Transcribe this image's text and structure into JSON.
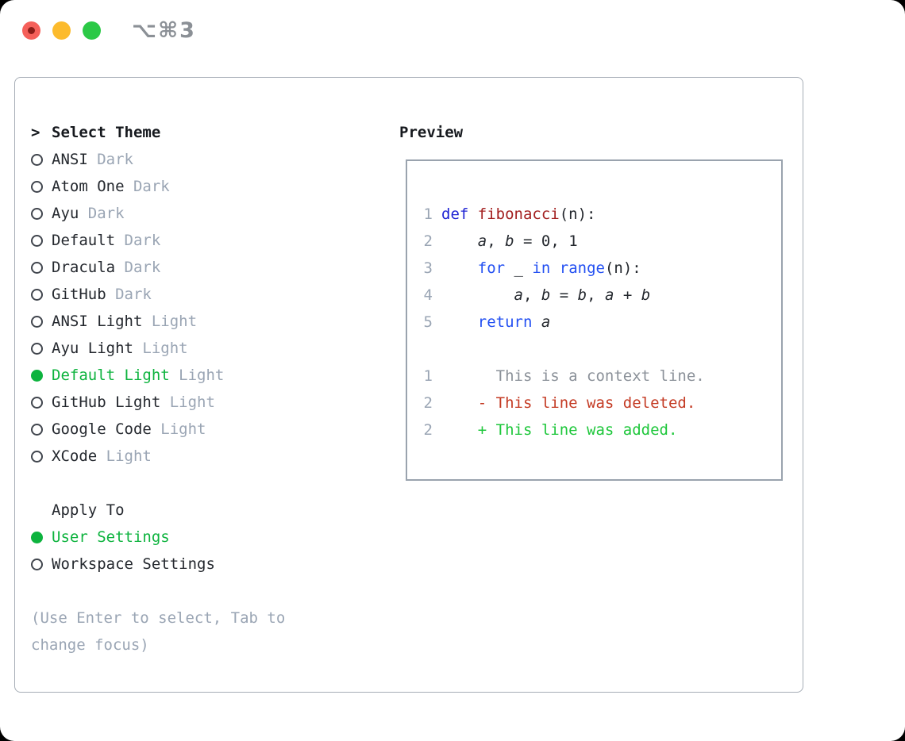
{
  "titlebar": {
    "shortcut": "⌥⌘3"
  },
  "theme_panel": {
    "title_marker": ">",
    "title": "Select Theme",
    "items": [
      {
        "name": "ANSI",
        "variant": "Dark",
        "selected": false
      },
      {
        "name": "Atom One",
        "variant": "Dark",
        "selected": false
      },
      {
        "name": "Ayu",
        "variant": "Dark",
        "selected": false
      },
      {
        "name": "Default",
        "variant": "Dark",
        "selected": false
      },
      {
        "name": "Dracula",
        "variant": "Dark",
        "selected": false
      },
      {
        "name": "GitHub",
        "variant": "Dark",
        "selected": false
      },
      {
        "name": "ANSI Light",
        "variant": "Light",
        "selected": false
      },
      {
        "name": "Ayu Light",
        "variant": "Light",
        "selected": false
      },
      {
        "name": "Default Light",
        "variant": "Light",
        "selected": true
      },
      {
        "name": "GitHub Light",
        "variant": "Light",
        "selected": false
      },
      {
        "name": "Google Code",
        "variant": "Light",
        "selected": false
      },
      {
        "name": "XCode",
        "variant": "Light",
        "selected": false
      }
    ],
    "apply_to": {
      "title": "Apply To",
      "options": [
        {
          "label": "User Settings",
          "selected": true
        },
        {
          "label": "Workspace Settings",
          "selected": false
        }
      ]
    },
    "help_text": "(Use Enter to select, Tab to change focus)"
  },
  "preview": {
    "title": "Preview",
    "lines": [
      {
        "n": "1",
        "tokens": [
          {
            "t": "def",
            "c": "kw1"
          },
          {
            "t": " ",
            "c": "p"
          },
          {
            "t": "fibonacci",
            "c": "fn"
          },
          {
            "t": "(n):",
            "c": "p"
          }
        ]
      },
      {
        "n": "2",
        "tokens": [
          {
            "t": "    ",
            "c": "p"
          },
          {
            "t": "a",
            "c": "v"
          },
          {
            "t": ", ",
            "c": "p"
          },
          {
            "t": "b",
            "c": "v"
          },
          {
            "t": " = 0, 1",
            "c": "p"
          }
        ]
      },
      {
        "n": "3",
        "tokens": [
          {
            "t": "    ",
            "c": "p"
          },
          {
            "t": "for",
            "c": "kw2"
          },
          {
            "t": " _ ",
            "c": "p"
          },
          {
            "t": "in",
            "c": "kw2"
          },
          {
            "t": " ",
            "c": "p"
          },
          {
            "t": "range",
            "c": "kw2"
          },
          {
            "t": "(n):",
            "c": "p"
          }
        ]
      },
      {
        "n": "4",
        "tokens": [
          {
            "t": "        ",
            "c": "p"
          },
          {
            "t": "a",
            "c": "v"
          },
          {
            "t": ", ",
            "c": "p"
          },
          {
            "t": "b",
            "c": "v"
          },
          {
            "t": " = ",
            "c": "p"
          },
          {
            "t": "b",
            "c": "v"
          },
          {
            "t": ", ",
            "c": "p"
          },
          {
            "t": "a",
            "c": "v"
          },
          {
            "t": " + ",
            "c": "p"
          },
          {
            "t": "b",
            "c": "v"
          }
        ]
      },
      {
        "n": "5",
        "tokens": [
          {
            "t": "    ",
            "c": "p"
          },
          {
            "t": "return",
            "c": "kw2"
          },
          {
            "t": " ",
            "c": "p"
          },
          {
            "t": "a",
            "c": "v"
          }
        ]
      },
      {
        "n": "",
        "tokens": []
      },
      {
        "n": "1",
        "tokens": [
          {
            "t": "      This is a context line.",
            "c": "ctx"
          }
        ]
      },
      {
        "n": "2",
        "tokens": [
          {
            "t": "    - This line was deleted.",
            "c": "del"
          }
        ]
      },
      {
        "n": "2",
        "tokens": [
          {
            "t": "    + This line was added.",
            "c": "add"
          }
        ]
      }
    ]
  },
  "colors": {
    "selection_green": "#0db33e",
    "added_green": "#1ec73b",
    "deleted_red": "#c43b24",
    "keyword_blue_def": "#1f24d4",
    "keyword_blue": "#2350f2",
    "function_red": "#a32020",
    "text_dark": "#24282e",
    "muted_gray": "#9aa5b4",
    "context_gray": "#8b9199",
    "border_gray": "#a6adb6",
    "traffic_red": "#f5605a",
    "traffic_yellow": "#fcbb2d",
    "traffic_green": "#2bc946"
  }
}
